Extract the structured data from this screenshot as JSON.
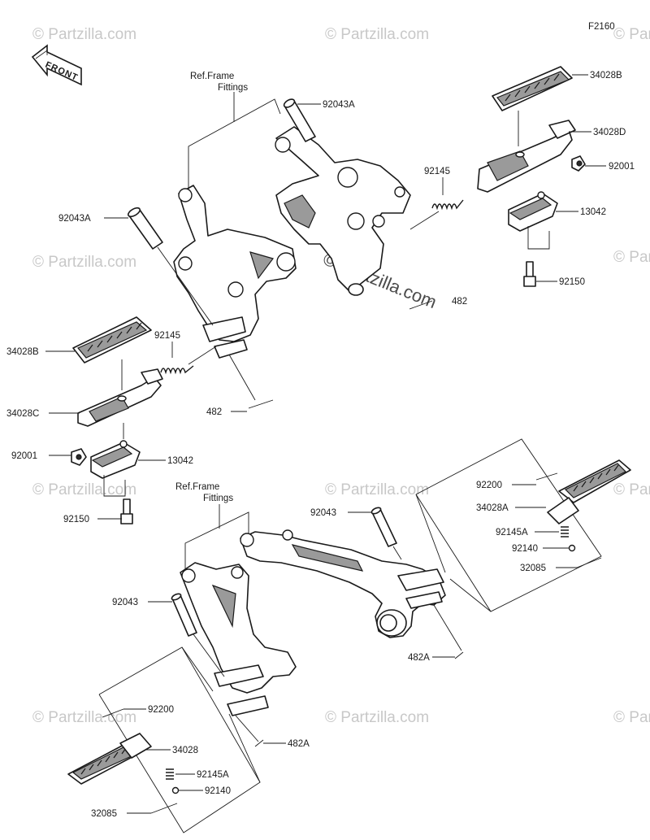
{
  "diagram": {
    "code": "F2160",
    "front_label": "FRONT",
    "ref_frame_line1": "Ref.Frame",
    "ref_frame_line2": "Fittings",
    "watermark": "© Partzilla.com",
    "watermark_main": "© Partzilla.com"
  },
  "parts": {
    "p92043A": "92043A",
    "p34028B": "34028B",
    "p34028D": "34028D",
    "p34028C": "34028C",
    "p34028A": "34028A",
    "p34028": "34028",
    "p92001": "92001",
    "p92145": "92145",
    "p92145A": "92145A",
    "p13042": "13042",
    "p92150": "92150",
    "p482": "482",
    "p482A": "482A",
    "p92043": "92043",
    "p92200": "92200",
    "p92140": "92140",
    "p32085": "32085"
  }
}
